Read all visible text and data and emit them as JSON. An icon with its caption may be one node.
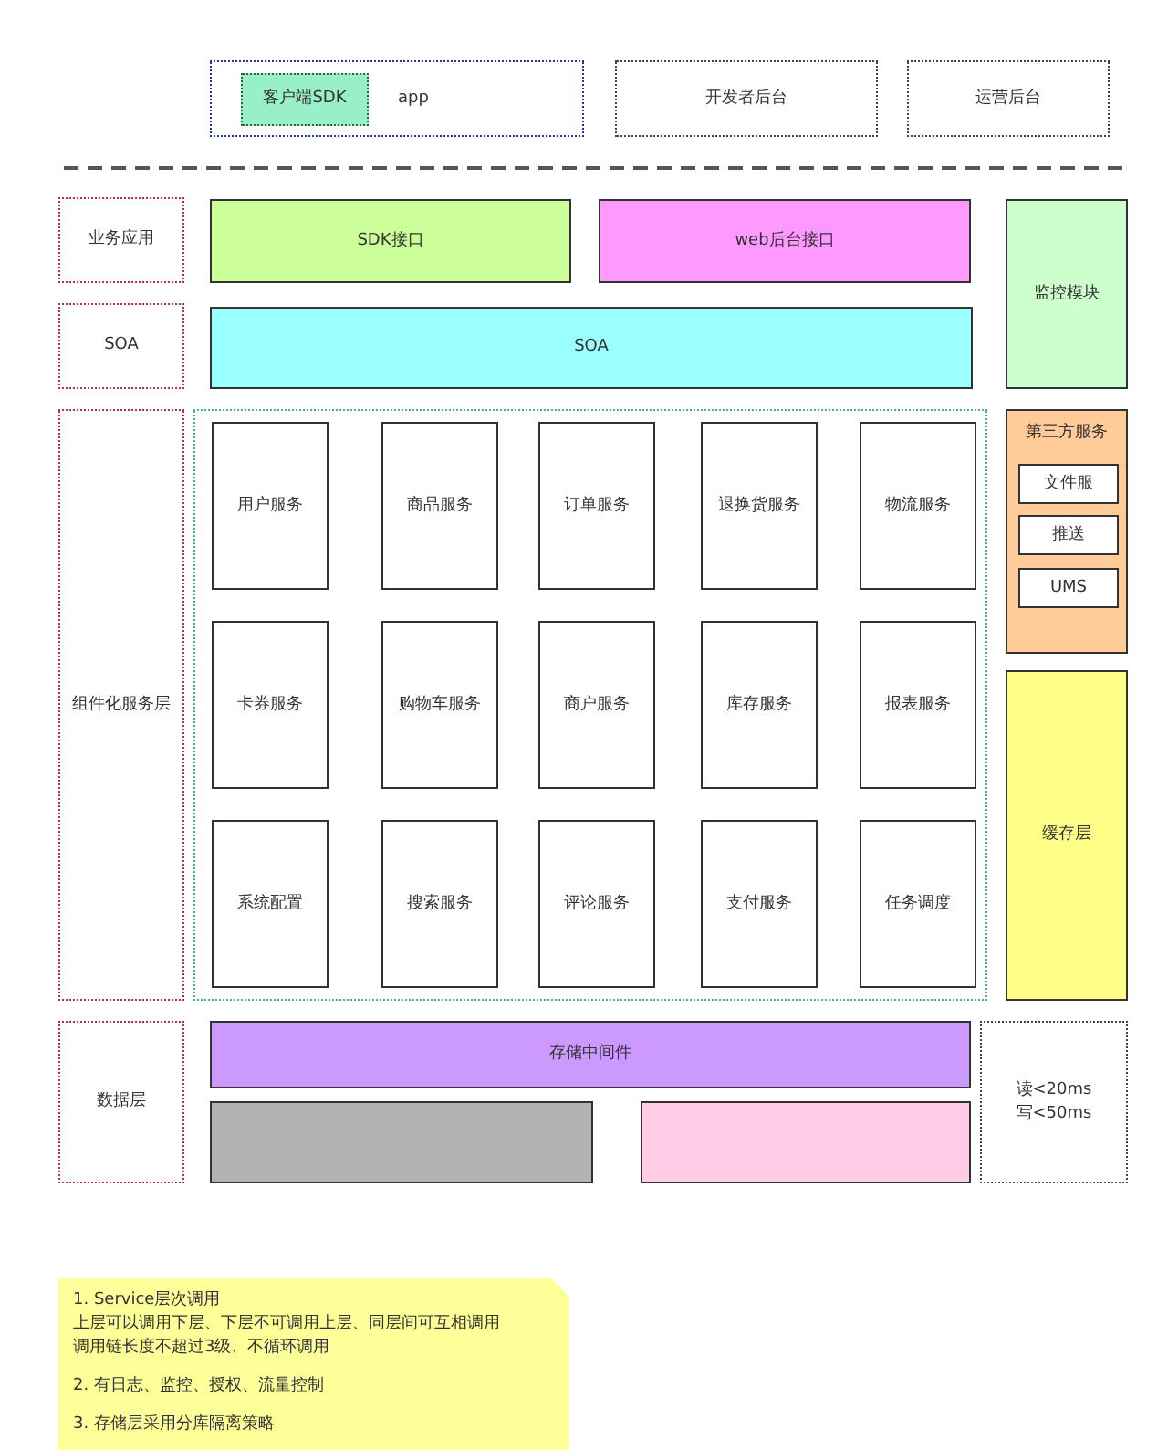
{
  "diagram": {
    "nodes": [
      {
        "text": [
          "app"
        ]
      },
      {
        "text": [
          "客户端SDK"
        ],
        "in": 0
      },
      {
        "text": [
          "开发者后台"
        ]
      },
      {
        "text": [
          "运营后台"
        ]
      },
      {
        "text": [
          "业务应用"
        ]
      },
      {
        "text": [
          "SDK接口"
        ]
      },
      {
        "text": [
          "web后台接口"
        ]
      },
      {
        "text": [
          "监控模块"
        ]
      },
      {
        "text": [
          "SOA"
        ]
      },
      {
        "text": [
          "SOA"
        ]
      },
      {
        "text": [
          "组件化服务层"
        ]
      },
      {
        "text": [],
        "shape": "box"
      },
      {
        "text": [
          "用户服务"
        ],
        "in": 11
      },
      {
        "text": [
          "商品服务"
        ],
        "in": 11
      },
      {
        "text": [
          "订单服务"
        ],
        "in": 11
      },
      {
        "text": [
          "退换货服务"
        ],
        "in": 11
      },
      {
        "text": [
          "物流服务"
        ],
        "in": 11
      },
      {
        "text": [
          "卡券服务"
        ],
        "in": 11
      },
      {
        "text": [
          "购物车服务"
        ],
        "in": 11
      },
      {
        "text": [
          "商户服务"
        ],
        "in": 11
      },
      {
        "text": [
          "库存服务"
        ],
        "in": 11
      },
      {
        "text": [
          "报表服务"
        ],
        "in": 11
      },
      {
        "text": [
          "系统配置"
        ],
        "in": 11
      },
      {
        "text": [
          "搜索服务"
        ],
        "in": 11
      },
      {
        "text": [
          "评论服务"
        ],
        "in": 11
      },
      {
        "text": [
          "支付服务"
        ],
        "in": 11
      },
      {
        "text": [
          "任务调度"
        ],
        "in": 11
      },
      {
        "text": [
          "第三方服务"
        ]
      },
      {
        "text": [
          "文件服"
        ],
        "in": 27
      },
      {
        "text": [
          "推送"
        ],
        "in": 27
      },
      {
        "text": [
          "UMS"
        ],
        "in": 27
      },
      {
        "text": [
          "缓存层"
        ]
      },
      {
        "text": [
          "数据层"
        ]
      },
      {
        "text": [
          "存储中间件"
        ]
      },
      {
        "text": [],
        "shape": "box"
      },
      {
        "text": [],
        "shape": "box"
      },
      {
        "text": [
          "读<20ms 写<50ms"
        ]
      },
      {
        "text": [
          "1. Service层次调用",
          "上层可以调用下层、下层不可调用上层、同层间可互相调用调用链长度不超过3级、不循环调用",
          "2. 有日志、监控、授权、流量控制",
          "3. 存储层采用分库隔离策略"
        ]
      }
    ]
  }
}
